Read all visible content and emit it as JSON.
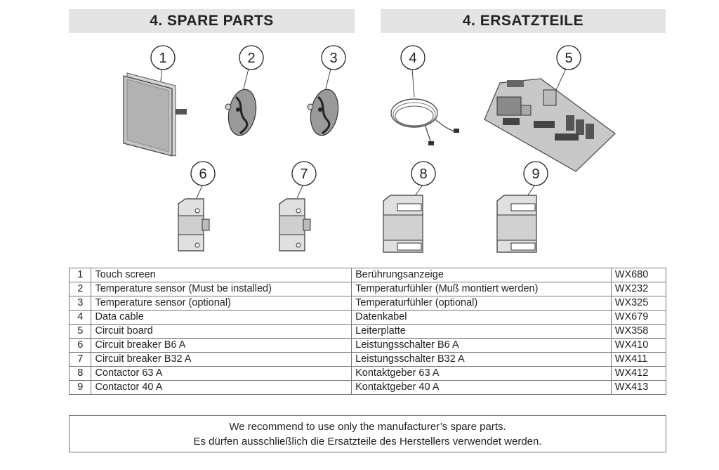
{
  "header": {
    "left_title": "4. SPARE PARTS",
    "right_title": "4. ERSATZTEILE"
  },
  "illustrations": {
    "callouts": [
      "1",
      "2",
      "3",
      "4",
      "5",
      "6",
      "7",
      "8",
      "9"
    ],
    "icons": [
      "touch-screen-icon",
      "temperature-sensor-icon",
      "temperature-sensor-icon",
      "data-cable-icon",
      "circuit-board-icon",
      "circuit-breaker-icon",
      "circuit-breaker-icon",
      "contactor-icon",
      "contactor-icon"
    ]
  },
  "parts_table": {
    "rows": [
      {
        "num": "1",
        "en": "Touch screen",
        "de": "Berührungsanzeige",
        "code": "WX680"
      },
      {
        "num": "2",
        "en": "Temperature sensor (Must be installed)",
        "de": "Temperaturfühler (Muß montiert werden)",
        "code": "WX232"
      },
      {
        "num": "3",
        "en": "Temperature sensor (optional)",
        "de": "Temperaturfühler (optional)",
        "code": "WX325"
      },
      {
        "num": "4",
        "en": "Data cable",
        "de": "Datenkabel",
        "code": "WX679"
      },
      {
        "num": "5",
        "en": "Circuit board",
        "de": "Leiterplatte",
        "code": "WX358"
      },
      {
        "num": "6",
        "en": "Circuit breaker B6 A",
        "de": "Leistungsschalter B6 A",
        "code": "WX410"
      },
      {
        "num": "7",
        "en": "Circuit breaker B32 A",
        "de": "Leistungsschalter B32 A",
        "code": "WX411"
      },
      {
        "num": "8",
        "en": "Contactor 63 A",
        "de": "Kontaktgeber 63 A",
        "code": "WX412"
      },
      {
        "num": "9",
        "en": "Contactor 40 A",
        "de": "Kontaktgeber 40 A",
        "code": "WX413"
      }
    ]
  },
  "note": {
    "line_en": "We recommend to use only the manufacturer’s spare parts.",
    "line_de": "Es dürfen ausschließlich die Ersatzteile des Herstellers verwendet werden."
  }
}
